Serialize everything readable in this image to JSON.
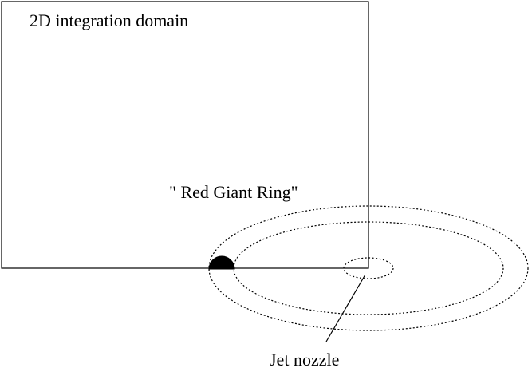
{
  "diagram": {
    "domain_label": "2D integration domain",
    "ring_label": "\" Red Giant Ring\"",
    "nozzle_label": "Jet nozzle"
  },
  "colors": {
    "stroke": "#000000",
    "background": "#ffffff",
    "cap_fill": "#000000"
  }
}
